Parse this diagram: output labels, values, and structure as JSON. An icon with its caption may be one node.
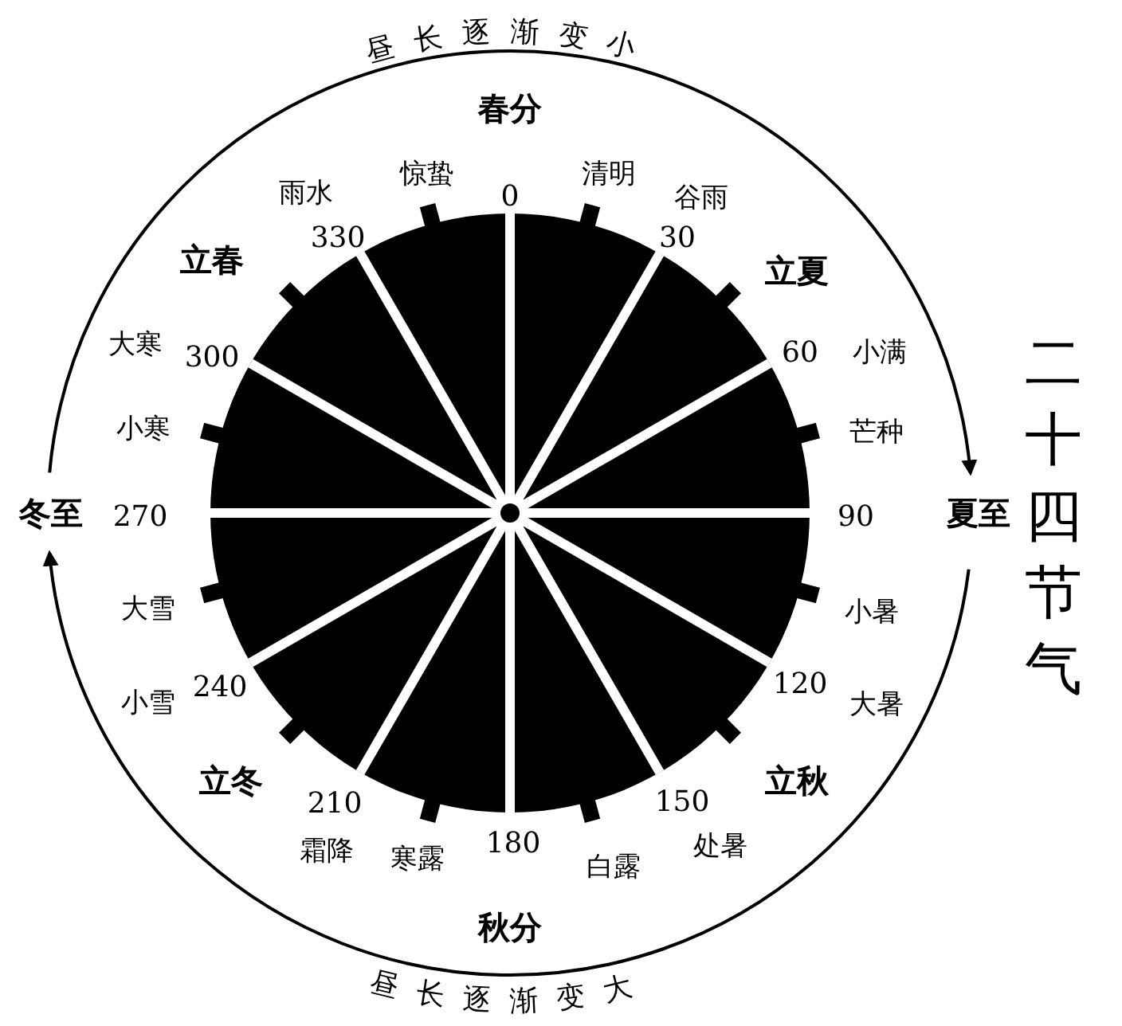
{
  "diagram": {
    "title": "二十四节气",
    "labels": [
      "昼长逐渐变小",
      "春分",
      "清明",
      "谷雨",
      "立夏",
      "小满",
      "芒种",
      "夏至",
      "小暑",
      "大暑",
      "立秋",
      "处暑",
      "白露",
      "秋分",
      "寒露",
      "霜降",
      "立冬",
      "小雪",
      "大雪",
      "冬至",
      "小寒",
      "大寒",
      "立春",
      "雨水",
      "惊蛰",
      "0",
      "30",
      "60",
      "90",
      "120",
      "150",
      "180",
      "210",
      "240",
      "270",
      "300",
      "330",
      "昼长逐渐变大"
    ]
  }
}
